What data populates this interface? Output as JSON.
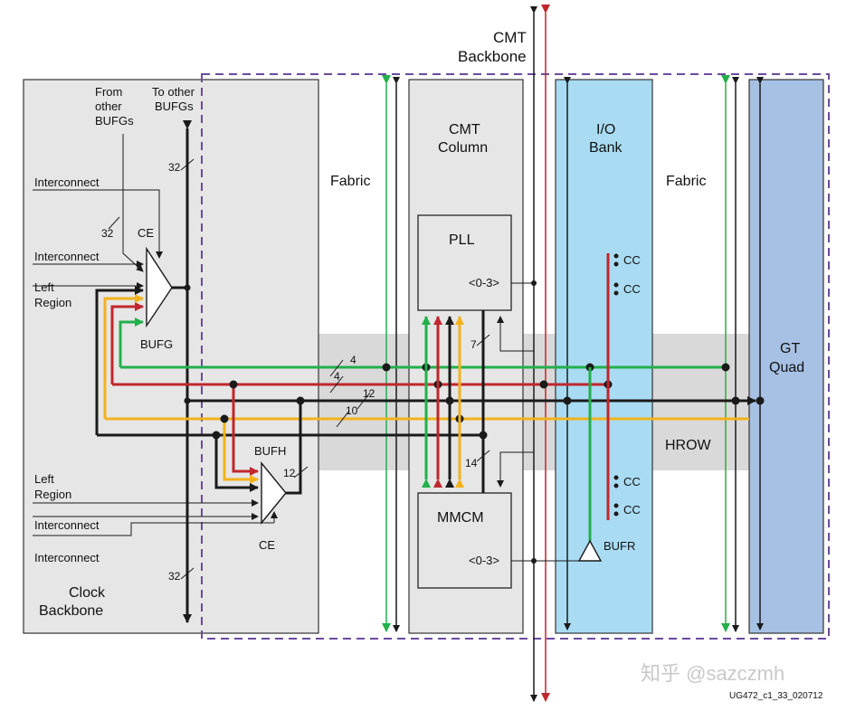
{
  "colors": {
    "green": "#22b04b",
    "red": "#c0272d",
    "yellow": "#f2b21b",
    "black": "#1a1a1a",
    "panel_gray": "#e6e6e6",
    "hrow_gray": "#d9d9d9",
    "io_blue": "#a9dcf3",
    "gt_blue": "#a7c1e4",
    "dashed_purple": "#6a4aa0"
  },
  "labels": {
    "cmt_backbone_line1": "CMT",
    "cmt_backbone_line2": "Backbone",
    "from_other_bufgs_1": "From",
    "from_other_bufgs_2": "other",
    "from_other_bufgs_3": "BUFGs",
    "to_other_bufgs_1": "To other",
    "to_other_bufgs_2": "BUFGs",
    "interconnect_1": "Interconnect",
    "interconnect_2": "Interconnect",
    "interconnect_3": "Interconnect",
    "interconnect_4": "Interconnect",
    "left_region_1a": "Left",
    "left_region_1b": "Region",
    "left_region_2a": "Left",
    "left_region_2b": "Region",
    "ce_top": "CE",
    "ce_bottom": "CE",
    "bufg": "BUFG",
    "bufh": "BUFH",
    "bufr": "BUFR",
    "clock_backbone_1": "Clock",
    "clock_backbone_2": "Backbone",
    "fabric_left": "Fabric",
    "fabric_right": "Fabric",
    "cmt_column_1": "CMT",
    "cmt_column_2": "Column",
    "io_bank_1": "I/O",
    "io_bank_2": "Bank",
    "gt_quad_1": "GT",
    "gt_quad_2": "Quad",
    "pll": "PLL",
    "mmcm": "MMCM",
    "pll_out": "<0-3>",
    "mmcm_out": "<0-3>",
    "hrow": "HROW",
    "cc_1": "CC",
    "cc_2": "CC",
    "cc_3": "CC",
    "cc_4": "CC",
    "bus_32_top": "32",
    "bus_32_ce": "32",
    "bus_32_bottom": "32",
    "bus_4_a": "4",
    "bus_4_b": "4",
    "bus_12_hrow": "12",
    "bus_10": "10",
    "bus_12_bufh": "12",
    "bus_7": "7",
    "bus_14": "14",
    "figure_id": "UG472_c1_33_020712",
    "watermark": "知乎 @sazczmh"
  }
}
